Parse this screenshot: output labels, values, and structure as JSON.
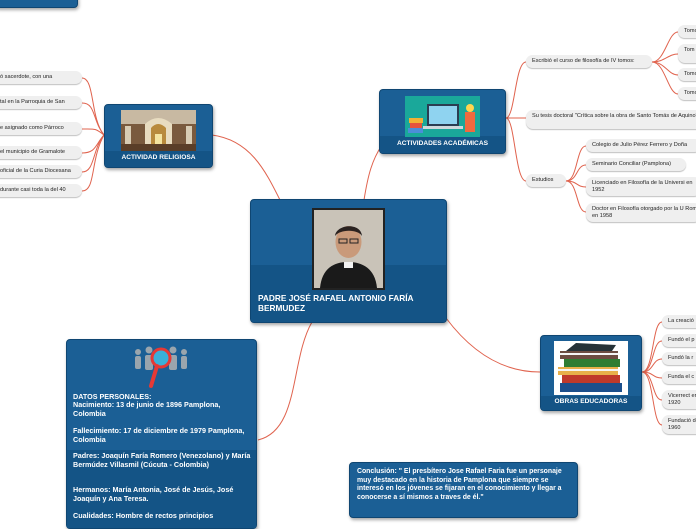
{
  "central": {
    "title": "PADRE JOSÉ RAFAEL ANTONIO FARÍA BERMUDEZ",
    "photo_icon": "priest-portrait-photo"
  },
  "religious": {
    "title": "ACTIVIDAD RELIGIOSA",
    "image_icon": "church-interior-image",
    "items": [
      "ó sacerdote, con una",
      "tal en la Parroquia de San",
      "e asignado como Párroco",
      "el municipio de  Gramalote",
      "oficial de la Curia Diocesana",
      "durante casi toda la del 40"
    ]
  },
  "academic": {
    "title": "ACTIVIDADES ACADÉMICAS",
    "image_icon": "study-books-laptop-image",
    "course": {
      "label": "Escribió el curso de filosofía de IV tomos:",
      "tomes": [
        "Tomo",
        "Tom y M",
        "Tomo",
        "Tomo"
      ]
    },
    "thesis": "Su tesis doctoral \"Crítica sobre la obra de Santo Tomás de Aquino\"",
    "studies": {
      "label": "Estudios",
      "items": [
        "Colegio de Julio Pérez Ferrero y Doña",
        "Seminario Conciliar (Pamplona)",
        "Licenciado en Filosofía de la Universi en 1952",
        "Doctor en Filosofía otorgado por la U Roma en 1958"
      ]
    }
  },
  "works": {
    "title": "OBRAS EDUCADORAS",
    "image_icon": "stacked-books-image",
    "items": [
      "La creació",
      "Fundó el p",
      "Fundó la r",
      "Funda el c",
      "Vicerrect en 1920",
      "Fundació de 1960"
    ]
  },
  "personal": {
    "image_icon": "people-magnifier-icon",
    "heading": "DATOS PERSONALES:",
    "birth": "Nacimiento:    13 de junio de 1896 Pamplona, Colombia",
    "death": "Fallecimiento: 17 de diciembre de 1979 Pamplona, Colombia",
    "parents": "Padres: Joaquín Faría Romero (Venezolano) y María Bermúdez Villasmil (Cúcuta - Colombia)",
    "siblings": "Hermanos: María Antonia, José de Jesús, José Joaquín y Ana Teresa.",
    "qualities": "Cualidades: Hombre de rectos principios"
  },
  "conclusion": {
    "text": "Conclusión: \" El presbítero Jose Rafael Faria fue un personaje muy destacado en la historia de Pamplona que siempre se interesó en los jóvenes se fijaran en el conocimiento y llegar a conocerse a sí mismos a traves de él.\""
  },
  "colors": {
    "node_blue": "#1b5f95",
    "connector": "#e0634e",
    "pill": "#efefef"
  }
}
